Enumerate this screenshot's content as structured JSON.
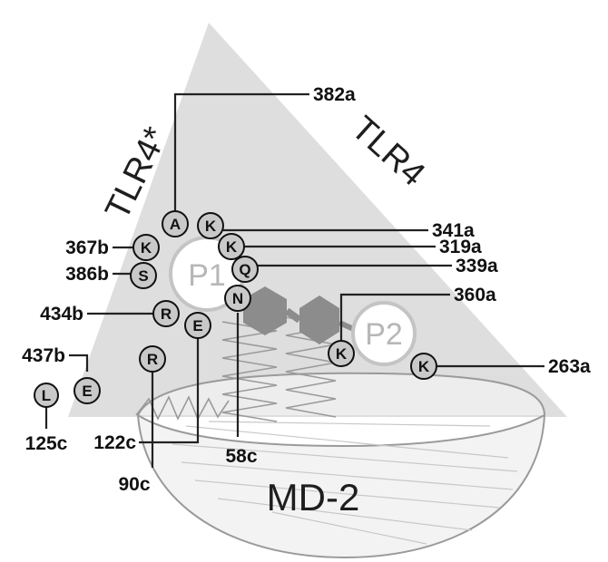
{
  "chains": {
    "left": "TLR4*",
    "right": "TLR4",
    "bottom": "MD-2"
  },
  "pockets": {
    "p1": "P1",
    "p2": "P2"
  },
  "residues": {
    "A": "A",
    "K1": "K",
    "K2": "K",
    "K3": "K",
    "Q": "Q",
    "N": "N",
    "S": "S",
    "R1": "R",
    "E1": "E",
    "R2": "R",
    "E2": "E",
    "L": "L",
    "K4": "K",
    "K5": "K"
  },
  "labels": {
    "l382a": "382a",
    "l341a": "341a",
    "l319a": "319a",
    "l339a": "339a",
    "l360a": "360a",
    "l263a": "263a",
    "l367b": "367b",
    "l386b": "386b",
    "l434b": "434b",
    "l437b": "437b",
    "l125c": "125c",
    "l122c": "122c",
    "l90c": "90c",
    "l58c": "58c"
  },
  "colors": {
    "triangle": "#dedede",
    "residue_fill": "#c9c9c9",
    "ligand": "#8c8c8c",
    "pocket_ring": "#c4c4c4"
  }
}
